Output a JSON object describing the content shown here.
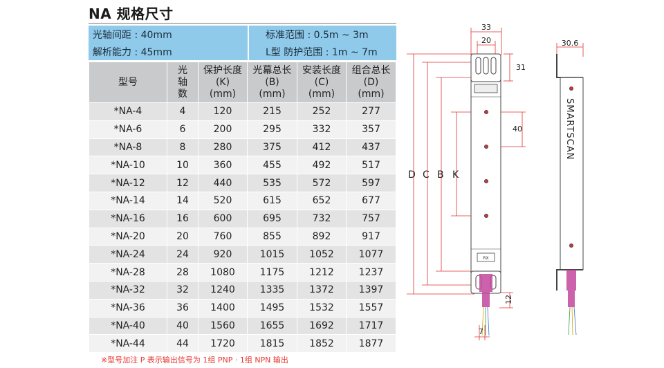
{
  "title": "NA 规格尺寸",
  "info": {
    "left_line1": "光轴间距 : 40mm",
    "left_line2": "解析能力 : 45mm",
    "right_line1": "标准范围 : 0.5m ~ 3m",
    "right_line2": "L型 防护范围 : 1m ~ 7m"
  },
  "table": {
    "headers": [
      [
        "型号"
      ],
      [
        "光",
        "轴",
        "数"
      ],
      [
        "保护长度",
        "(K)",
        "(mm)"
      ],
      [
        "光幕总长",
        "(B)",
        "(mm)"
      ],
      [
        "安装长度",
        "(C)",
        "(mm)"
      ],
      [
        "组合总长",
        "(D)",
        "(mm)"
      ]
    ],
    "rows": [
      [
        "*NA-4",
        "4",
        "120",
        "215",
        "252",
        "277"
      ],
      [
        "*NA-6",
        "6",
        "200",
        "295",
        "332",
        "357"
      ],
      [
        "*NA-8",
        "8",
        "280",
        "375",
        "412",
        "437"
      ],
      [
        "*NA-10",
        "10",
        "360",
        "455",
        "492",
        "517"
      ],
      [
        "*NA-12",
        "12",
        "440",
        "535",
        "572",
        "597"
      ],
      [
        "*NA-14",
        "14",
        "520",
        "615",
        "652",
        "677"
      ],
      [
        "*NA-16",
        "16",
        "600",
        "695",
        "732",
        "757"
      ],
      [
        "*NA-20",
        "20",
        "760",
        "855",
        "892",
        "917"
      ],
      [
        "*NA-24",
        "24",
        "920",
        "1015",
        "1052",
        "1077"
      ],
      [
        "*NA-28",
        "28",
        "1080",
        "1175",
        "1212",
        "1237"
      ],
      [
        "*NA-32",
        "32",
        "1240",
        "1335",
        "1372",
        "1397"
      ],
      [
        "*NA-36",
        "36",
        "1400",
        "1495",
        "1532",
        "1557"
      ],
      [
        "*NA-40",
        "40",
        "1560",
        "1655",
        "1692",
        "1717"
      ],
      [
        "*NA-44",
        "44",
        "1720",
        "1815",
        "1852",
        "1877"
      ]
    ]
  },
  "note": "※型号加注 P 表示输出信号为 1组 PNP · 1组 NPN 输出",
  "drawing": {
    "dim_33": "33",
    "dim_20": "20",
    "dim_31": "31",
    "dim_40": "40",
    "dim_12": "12",
    "dim_7": "7",
    "dim_30_6": "30.6",
    "label_d": "D",
    "label_c": "C",
    "label_b": "B",
    "label_k": "K",
    "label_rx": "RX",
    "brand": "SMARTSCAN",
    "accent_magenta": "#c2479c",
    "line_red": "#e03030"
  }
}
